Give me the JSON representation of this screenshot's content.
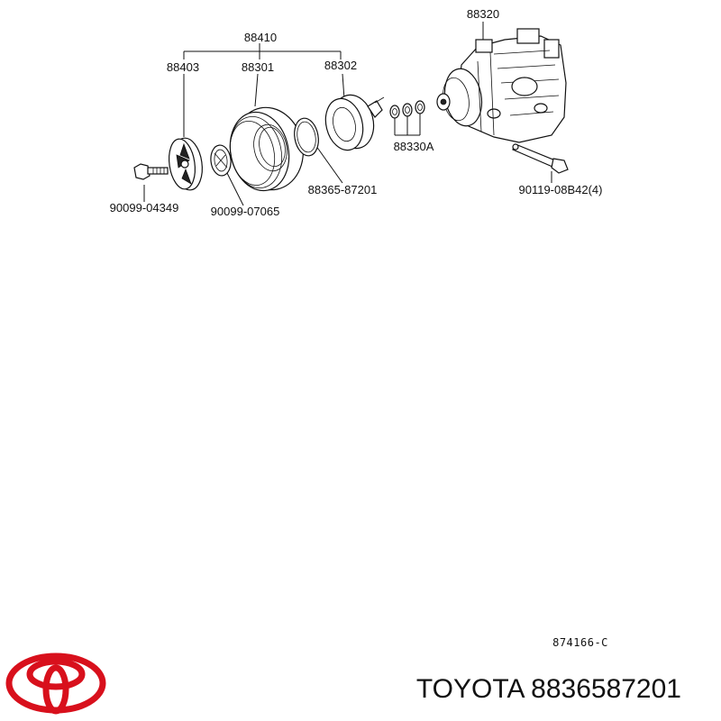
{
  "diagram": {
    "labels": {
      "assembly": "88410",
      "compressor": "88320",
      "hub": "88403",
      "pulley": "88301",
      "coil": "88302",
      "shims": "88330A",
      "bolt": "90099-04349",
      "ring": "90099-07065",
      "snap_ring": "88365-87201",
      "stud_bolt": "90119-08B42(4)"
    },
    "reference_code": "874166-C"
  },
  "footer": {
    "brand_text": "TOYOTA 8836587201",
    "logo_color": "#d8101c"
  }
}
